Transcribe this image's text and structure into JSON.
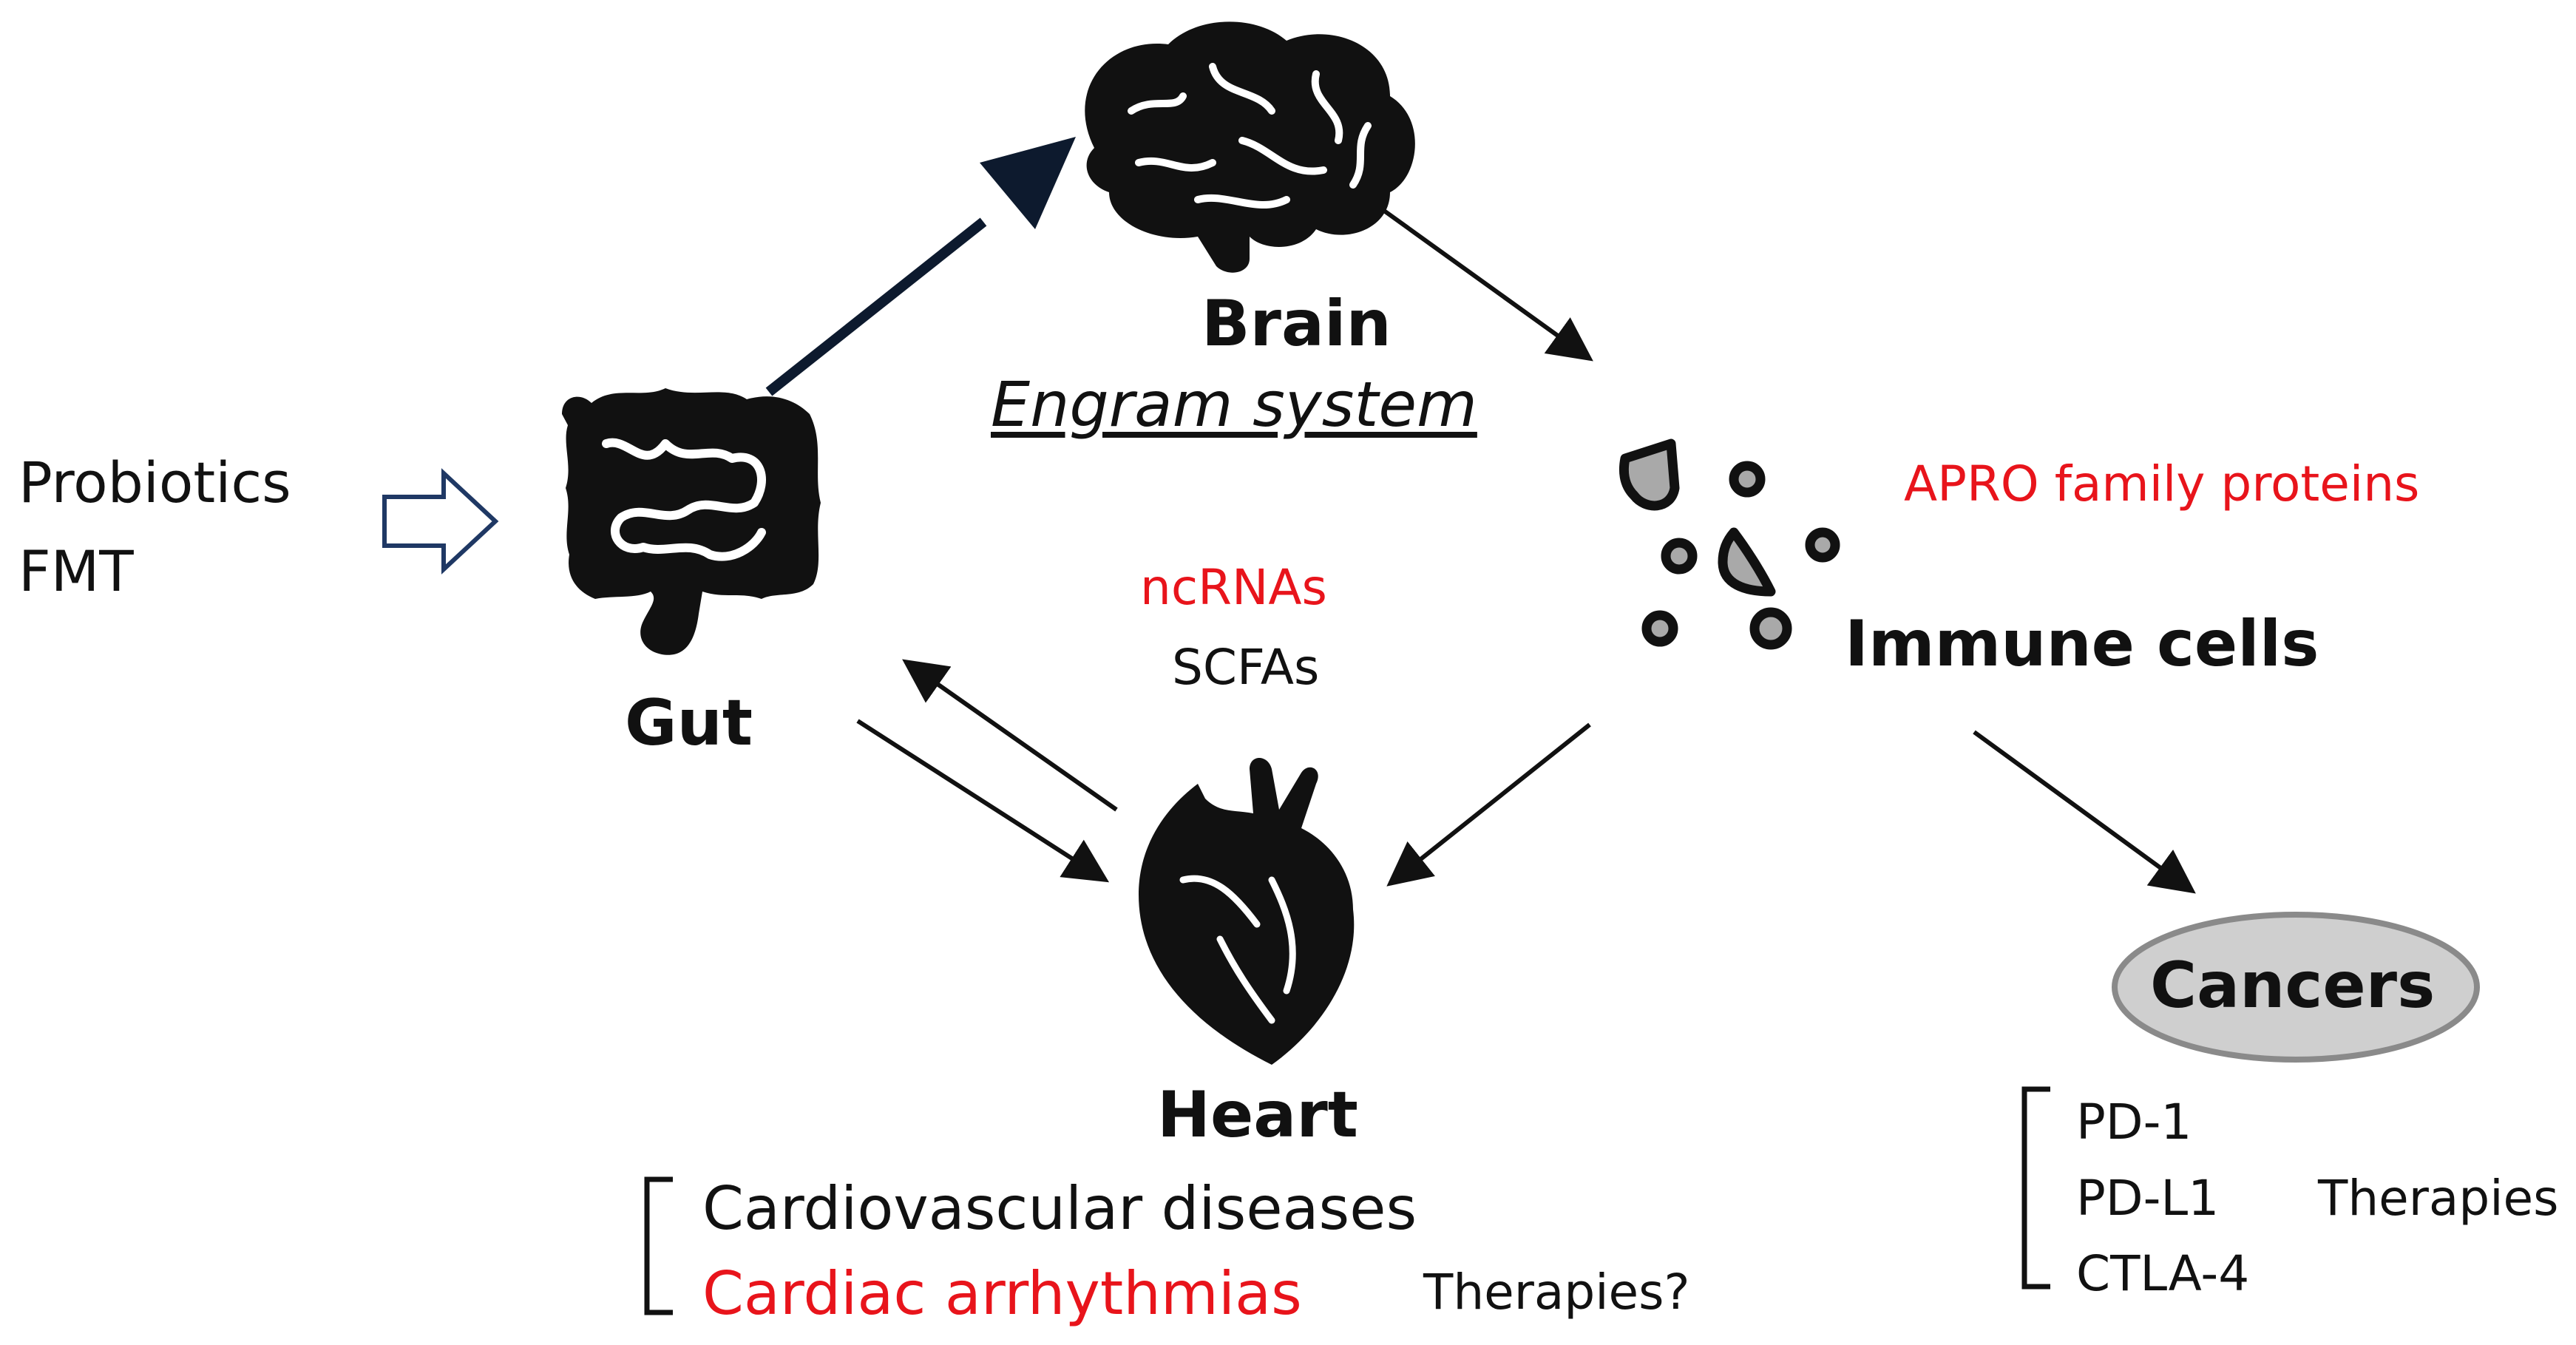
{
  "labels": {
    "brain": "Brain",
    "engram": "Engram system",
    "gut": "Gut",
    "immune": "Immune cells",
    "heart": "Heart",
    "cancers": "Cancers",
    "probiotics": "Probiotics",
    "fmt": "FMT",
    "apro": "APRO family proteins",
    "ncrnas": "ncRNAs",
    "scfas": "SCFAs",
    "cvd": "Cardiovascular diseases",
    "arrhythmia": "Cardiac arrhythmias",
    "therapies_q": "Therapies?",
    "pd1": "PD-1",
    "pdl1": "PD-L1",
    "ctla4": "CTLA-4",
    "therapies": "Therapies"
  },
  "colors": {
    "red": "#e8141b",
    "ink": "#111111",
    "cancer_fill": "#cfcfcf",
    "cancer_stroke": "#8a8a8a",
    "hollow_arrow": "#1f3864",
    "thick_arrow": "#0d1a2e"
  },
  "icons": [
    "brain-icon",
    "gut-icon",
    "heart-icon",
    "immune-cells-icon",
    "hollow-arrow-icon"
  ]
}
